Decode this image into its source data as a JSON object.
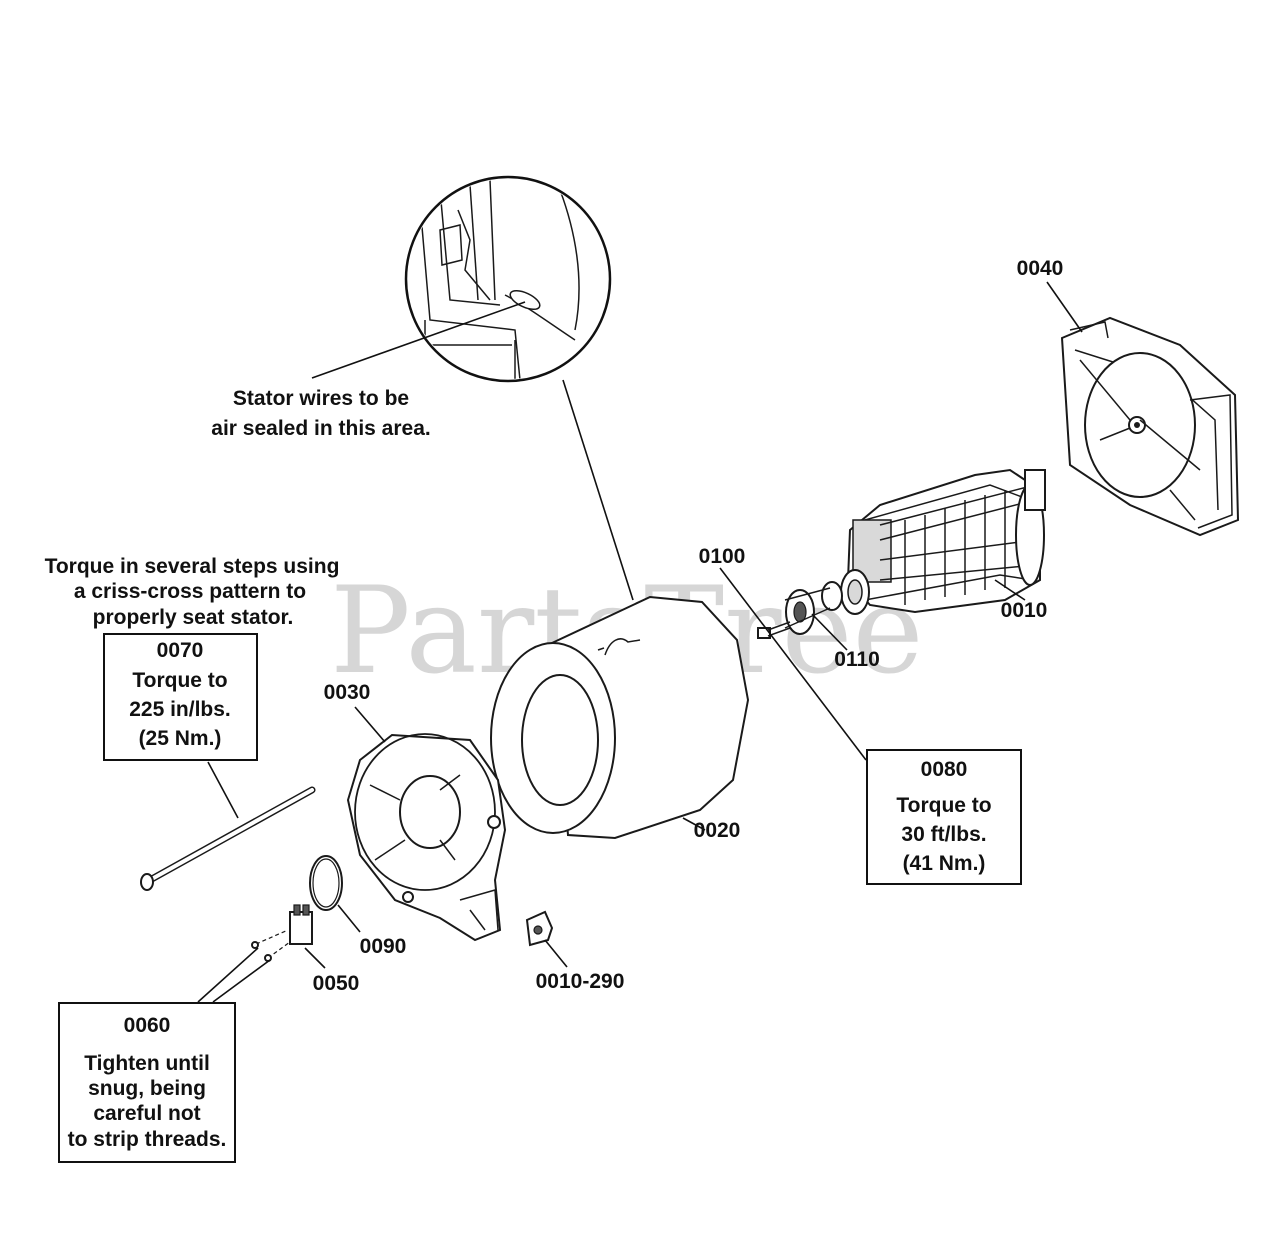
{
  "watermark": "PartsTree",
  "callouts": {
    "p0040": "0040",
    "p0100": "0100",
    "p0010": "0010",
    "p0110": "0110",
    "p0030": "0030",
    "p0020": "0020",
    "p0090": "0090",
    "p0050": "0050",
    "p0010_290": "0010-290"
  },
  "notes": {
    "stator_wires": [
      "Stator wires to be",
      "air sealed in this area."
    ],
    "torque_steps": [
      "Torque in several steps using",
      "a criss-cross pattern to",
      "properly seat stator."
    ]
  },
  "boxes": {
    "b0070": {
      "part": "0070",
      "lines": [
        "Torque to",
        "225 in/lbs.",
        "(25 Nm.)"
      ]
    },
    "b0080": {
      "part": "0080",
      "lines": [
        "Torque to",
        "30 ft/lbs.",
        "(41 Nm.)"
      ]
    },
    "b0060": {
      "part": "0060",
      "lines": [
        "Tighten until",
        "snug, being",
        "careful not",
        "to strip threads."
      ]
    }
  }
}
